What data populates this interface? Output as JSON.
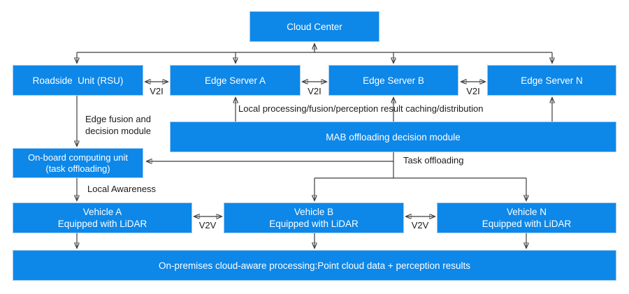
{
  "diagram": {
    "colors": {
      "box_fill": "#0d87e8",
      "box_text": "#ffffff",
      "label_text": "#1a1a1a",
      "arrow": "#3d3d3d"
    },
    "nodes": {
      "cloud_center": {
        "label": "Cloud Center"
      },
      "rsu": {
        "label": "Roadside  Unit (RSU)"
      },
      "edge_server_a": {
        "label": "Edge Server A"
      },
      "edge_server_b": {
        "label": "Edge Server B"
      },
      "edge_server_n": {
        "label": "Edge Server N"
      },
      "mab_module": {
        "label": "MAB offloading decision module"
      },
      "onboard_unit": {
        "line1": "On-board computing unit",
        "line2": "(task offloading)"
      },
      "vehicle_a": {
        "line1": "Vehicle A",
        "line2": "Equipped with LiDAR"
      },
      "vehicle_b": {
        "line1": "Vehicle B",
        "line2": "Equipped with LiDAR"
      },
      "vehicle_n": {
        "line1": "Vehicle N",
        "line2": "Equipped with LiDAR"
      },
      "on_premises": {
        "label": "On-premises cloud-aware processing:Point cloud data + perception results"
      }
    },
    "edge_labels": {
      "v2i": "V2I",
      "v2v": "V2V",
      "local_processing": "Local processing/fusion/perception result caching/distribution",
      "edge_fusion_line1": "Edge fusion and",
      "edge_fusion_line2": "decision module",
      "task_offloading": "Task offloading",
      "local_awareness": "Local Awareness"
    }
  }
}
